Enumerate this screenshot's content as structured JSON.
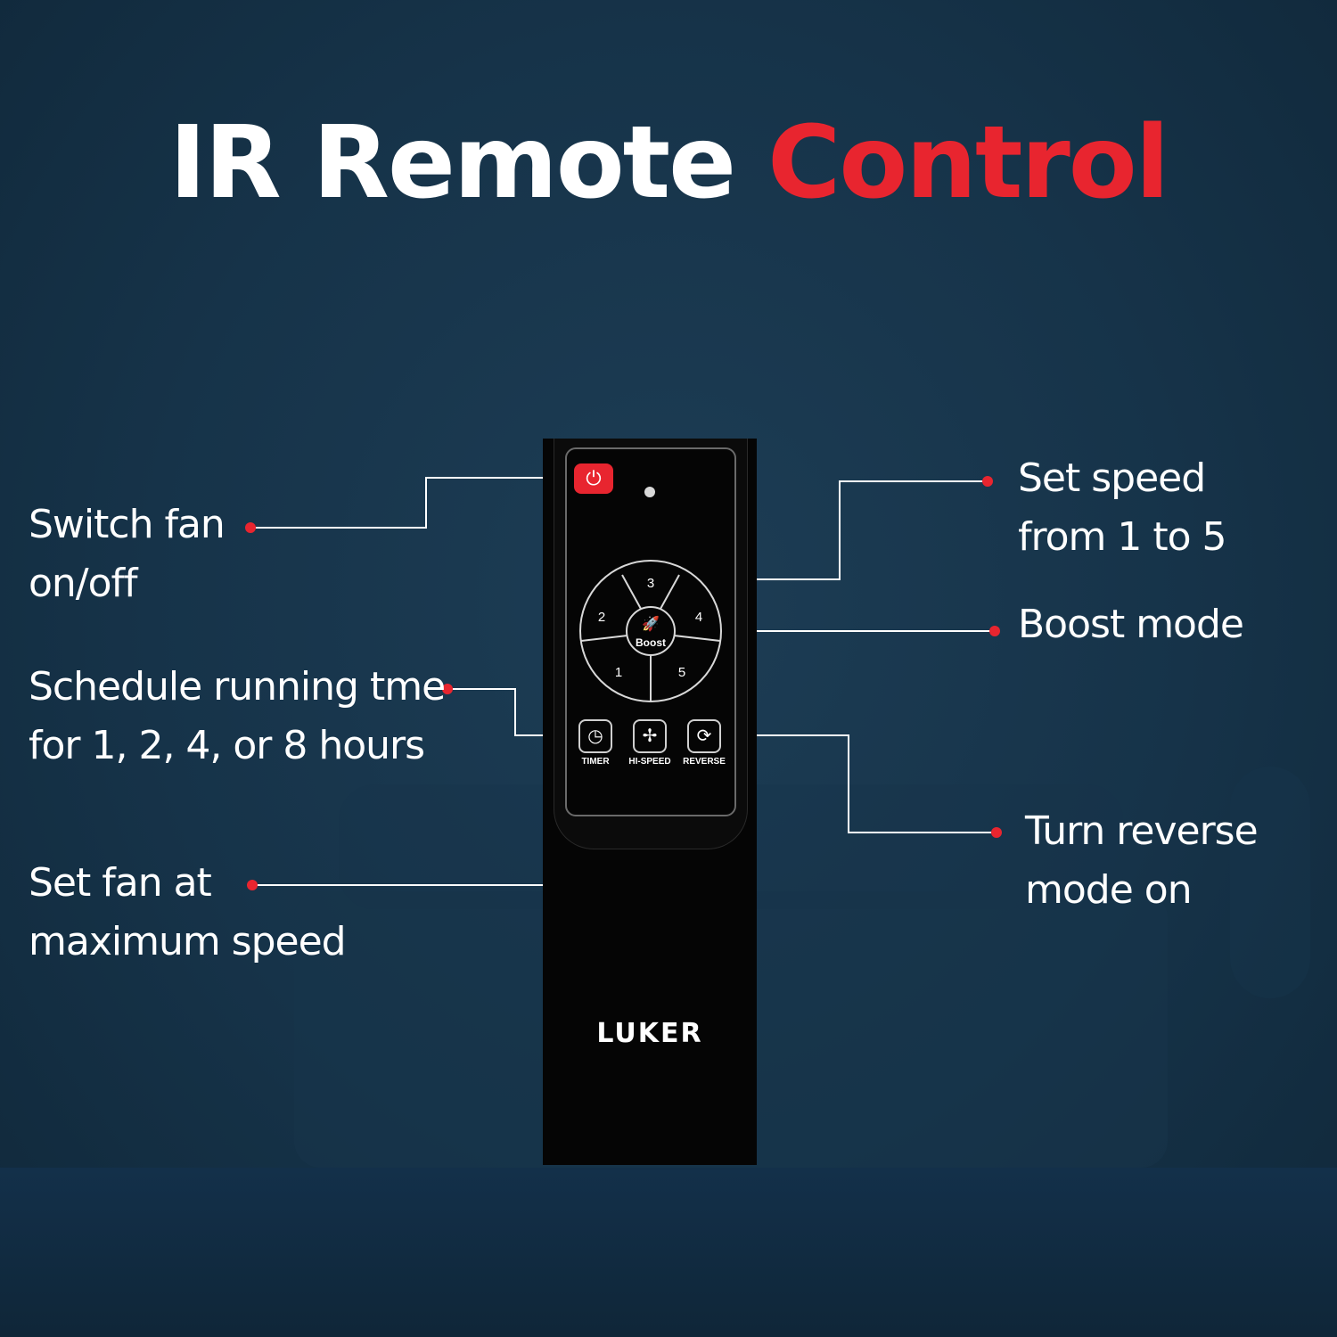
{
  "title": {
    "part1": "IR Remote",
    "part2": "Control"
  },
  "colors": {
    "accent": "#e8252f",
    "background": "#163349",
    "text": "#ffffff"
  },
  "callouts": {
    "power": [
      "Switch fan",
      "on/off"
    ],
    "timer": [
      "Schedule running tme",
      "for 1, 2, 4, or 8 hours"
    ],
    "hispeed": [
      "Set fan at",
      "maximum speed"
    ],
    "speed": [
      "Set speed",
      "from 1 to 5"
    ],
    "boost": [
      "Boost mode"
    ],
    "reverse": [
      "Turn reverse",
      "mode on"
    ]
  },
  "remote": {
    "brand": "LUKER",
    "power_icon": "power-icon",
    "boost_label": "Boost",
    "speeds": [
      "1",
      "2",
      "3",
      "4",
      "5"
    ],
    "buttons": [
      {
        "label": "TIMER",
        "icon": "clock-icon"
      },
      {
        "label": "HI-SPEED",
        "icon": "fan-icon"
      },
      {
        "label": "REVERSE",
        "icon": "reverse-icon"
      }
    ]
  }
}
